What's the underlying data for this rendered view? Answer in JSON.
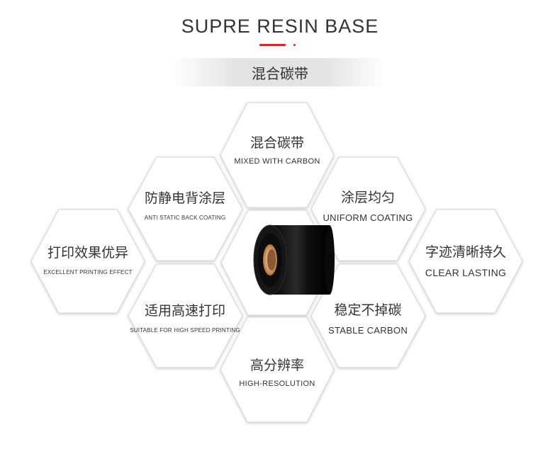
{
  "header": {
    "title": "SUPRE RESIN BASE",
    "subtitle": "混合碳带",
    "accent_color": "#d8262b"
  },
  "center": {
    "product": "ribbon-roll-image"
  },
  "features": [
    {
      "zh": "混合碳带",
      "en": "MIXED WITH CARBON"
    },
    {
      "zh": "防静电背涂层",
      "en": "ANTI STATIC BACK COATING"
    },
    {
      "zh": "涂层均匀",
      "en": "UNIFORM COATING"
    },
    {
      "zh": "打印效果优异",
      "en": "EXCELLENT PRINTING EFFECT"
    },
    {
      "zh": "字迹清晰持久",
      "en": "CLEAR LASTING"
    },
    {
      "zh": "适用高速打印",
      "en": "SUITABLE FOR HIGH SPEED PRINTING"
    },
    {
      "zh": "稳定不掉碳",
      "en": "STABLE CARBON"
    },
    {
      "zh": "高分辨率",
      "en": "HIGH-RESOLUTION"
    }
  ]
}
